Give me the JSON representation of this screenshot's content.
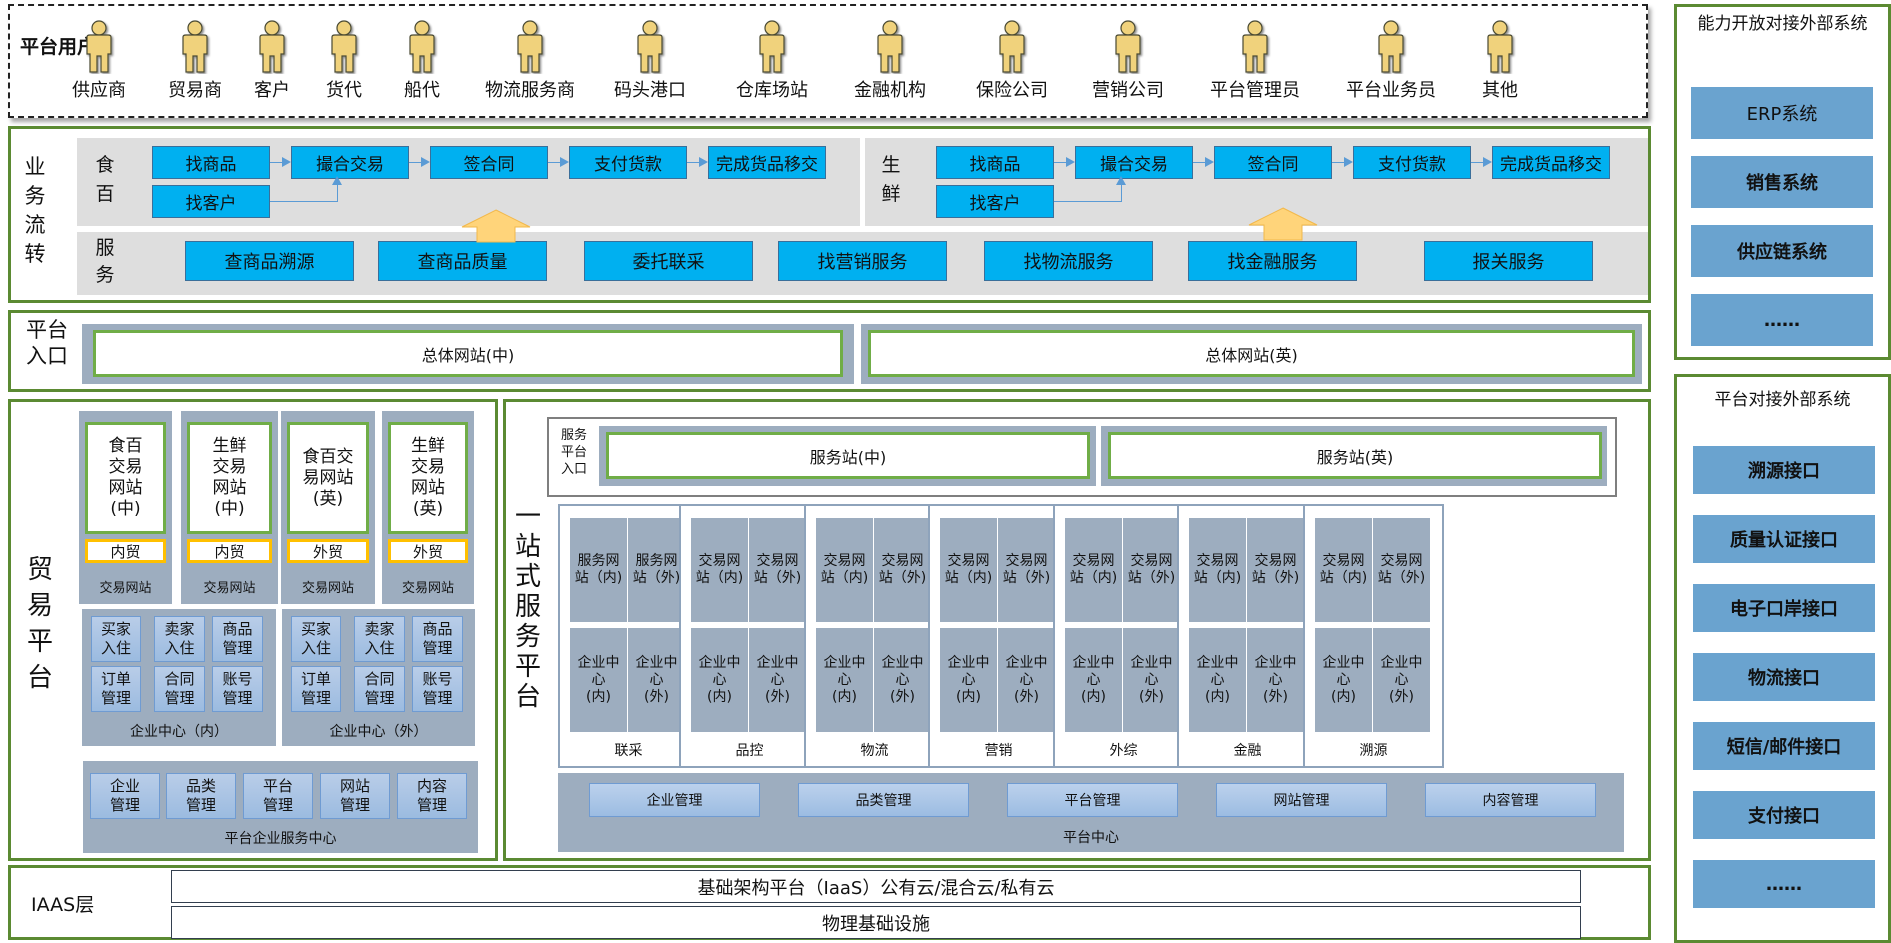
{
  "platform_users": {
    "title": "平台用户",
    "users": [
      "供应商",
      "贸易商",
      "客户",
      "货代",
      "船代",
      "物流服务商",
      "码头港口",
      "仓库场站",
      "金融机构",
      "保险公司",
      "营销公司",
      "平台管理员",
      "平台业务员",
      "其他"
    ]
  },
  "business_flow": {
    "title": "业务流转",
    "food": {
      "label": "食百",
      "steps": [
        "找商品",
        "撮合交易",
        "签合同",
        "支付货款",
        "完成货品移交"
      ],
      "find_customer": "找客户"
    },
    "fresh": {
      "label": "生鲜",
      "steps": [
        "找商品",
        "撮合交易",
        "签合同",
        "支付货款",
        "完成货品移交"
      ],
      "find_customer": "找客户"
    },
    "services": {
      "label": "服务",
      "items": [
        "查商品溯源",
        "查商品质量",
        "委托联采",
        "找营销服务",
        "找物流服务",
        "找金融服务",
        "报关服务"
      ]
    }
  },
  "platform_entry": {
    "title": "平台入口",
    "sites": [
      "总体网站(中)",
      "总体网站(英)"
    ]
  },
  "trade_platform": {
    "title": "贸易平台",
    "sites": [
      {
        "name": "食百\n交易\n网站\n(中)",
        "tag": "内贸",
        "caption": "交易网站"
      },
      {
        "name": "生鲜\n交易\n网站\n(中)",
        "tag": "内贸",
        "caption": "交易网站"
      },
      {
        "name": "食百交\n易网站\n(英)",
        "tag": "外贸",
        "caption": "交易网站"
      },
      {
        "name": "生鲜\n交易\n网站\n(英)",
        "tag": "外贸",
        "caption": "交易网站"
      }
    ],
    "enterprise_centers": [
      {
        "title": "企业中心（内）",
        "items": [
          "买家\n入住",
          "卖家\n入住",
          "商品\n管理",
          "订单\n管理",
          "合同\n管理",
          "账号\n管理"
        ]
      },
      {
        "title": "企业中心（外）",
        "items": [
          "买家\n入住",
          "卖家\n入住",
          "商品\n管理",
          "订单\n管理",
          "合同\n管理",
          "账号\n管理"
        ]
      }
    ],
    "service_center": {
      "title": "平台企业服务中心",
      "items": [
        "企业\n管理",
        "品类\n管理",
        "平台\n管理",
        "网站\n管理",
        "内容\n管理"
      ]
    }
  },
  "one_stop": {
    "title": "一站式服务平台",
    "entry_label": "服务\n平台\n入口",
    "stations": [
      "服务站(中)",
      "服务站(英)"
    ],
    "modules": [
      {
        "name": "联采",
        "tiles": [
          "服务网\n站（内)",
          "服务网\n站（外)",
          "企业中\n心\n(内)",
          "企业中\n心\n(外)"
        ]
      },
      {
        "name": "品控",
        "tiles": [
          "交易网\n站（内)",
          "交易网\n站（外)",
          "企业中\n心\n(内)",
          "企业中\n心\n(外)"
        ]
      },
      {
        "name": "物流",
        "tiles": [
          "交易网\n站（内)",
          "交易网\n站（外)",
          "企业中\n心\n(内)",
          "企业中\n心\n(外)"
        ]
      },
      {
        "name": "营销",
        "tiles": [
          "交易网\n站（内)",
          "交易网\n站（外)",
          "企业中\n心\n(内)",
          "企业中\n心\n(外)"
        ]
      },
      {
        "name": "外综",
        "tiles": [
          "交易网\n站（内)",
          "交易网\n站（外)",
          "企业中\n心\n(内)",
          "企业中\n心\n(外)"
        ]
      },
      {
        "name": "金融",
        "tiles": [
          "交易网\n站（内)",
          "交易网\n站（外)",
          "企业中\n心\n(内)",
          "企业中\n心\n(外)"
        ]
      },
      {
        "name": "溯源",
        "tiles": [
          "交易网\n站（内)",
          "交易网\n站（外)",
          "企业中\n心\n(内)",
          "企业中\n心\n(外)"
        ]
      }
    ],
    "platform_center": {
      "title": "平台中心",
      "items": [
        "企业管理",
        "品类管理",
        "平台管理",
        "网站管理",
        "内容管理"
      ]
    }
  },
  "iaas": {
    "title": "IAAS层",
    "rows": [
      "基础架构平台（IaaS）公有云/混合云/私有云",
      "物理基础设施"
    ]
  },
  "open_capability": {
    "title": "能力开放对接外部系统",
    "items": [
      "ERP系统",
      "销售系统",
      "供应链系统",
      "……"
    ]
  },
  "external_interfaces": {
    "title": "平台对接外部系统",
    "items": [
      "溯源接口",
      "质量认证接口",
      "电子口岸接口",
      "物流接口",
      "短信/邮件接口",
      "支付接口",
      "……"
    ]
  }
}
